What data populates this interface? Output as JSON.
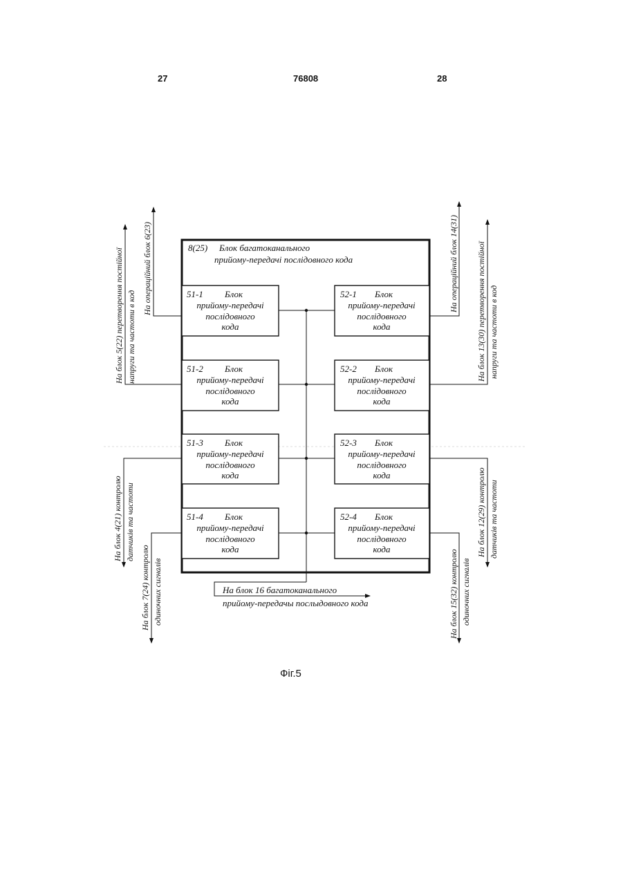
{
  "header": {
    "page_left": "27",
    "patent_number": "76808",
    "page_right": "28"
  },
  "figure_caption": "Фіг.5",
  "main_block": {
    "id": "8(25)",
    "title_line1": "Блок багатоканального",
    "title_line2": "прийому-передачі послідовного кода"
  },
  "left_blocks": [
    {
      "id": "51-1",
      "l1": "Блок",
      "l2": "прийому-передачі",
      "l3": "послідовного",
      "l4": "кода"
    },
    {
      "id": "51-2",
      "l1": "Блок",
      "l2": "прийому-передачі",
      "l3": "послідовного",
      "l4": "кода"
    },
    {
      "id": "51-3",
      "l1": "Блок",
      "l2": "прийому-передачі",
      "l3": "послідовного",
      "l4": "кода"
    },
    {
      "id": "51-4",
      "l1": "Блок",
      "l2": "прийому-передачі",
      "l3": "послідовного",
      "l4": "кода"
    }
  ],
  "right_blocks": [
    {
      "id": "52-1",
      "l1": "Блок",
      "l2": "прийому-передачі",
      "l3": "послідовного",
      "l4": "кода"
    },
    {
      "id": "52-2",
      "l1": "Блок",
      "l2": "прийому-передачі",
      "l3": "послідовного",
      "l4": "кода"
    },
    {
      "id": "52-3",
      "l1": "Блок",
      "l2": "прийому-передачі",
      "l3": "послідовного",
      "l4": "кода"
    },
    {
      "id": "52-4",
      "l1": "Блок",
      "l2": "прийому-передачі",
      "l3": "послідовного",
      "l4": "кода"
    }
  ],
  "bottom_label": {
    "line1": "На блок 16 багатоканального",
    "line2": "прийому-передачы послыдовного кода"
  },
  "side_labels": {
    "left_top_a": "На блок 5(22) перетворення постійної",
    "left_top_b": "напруги та частоти в код",
    "left_top_c": "На операційний блок 6(23)",
    "left_bot_a": "На блок 4(21) контролю",
    "left_bot_b": "датчиків та частоти",
    "left_bot_c": "На блок 7(24) контролю",
    "left_bot_d": "одиночних сигналів",
    "right_top_a": "На операційний блок 14(31)",
    "right_top_b": "На блок 13(30) перетворення постійної",
    "right_top_c": "напруги та частоти в код",
    "right_bot_a": "На блок 15(32) контролю",
    "right_bot_b": "одиночних сигналів",
    "right_bot_c": "На блок 12(29) контролю",
    "right_bot_d": "датчиків та частоти"
  }
}
